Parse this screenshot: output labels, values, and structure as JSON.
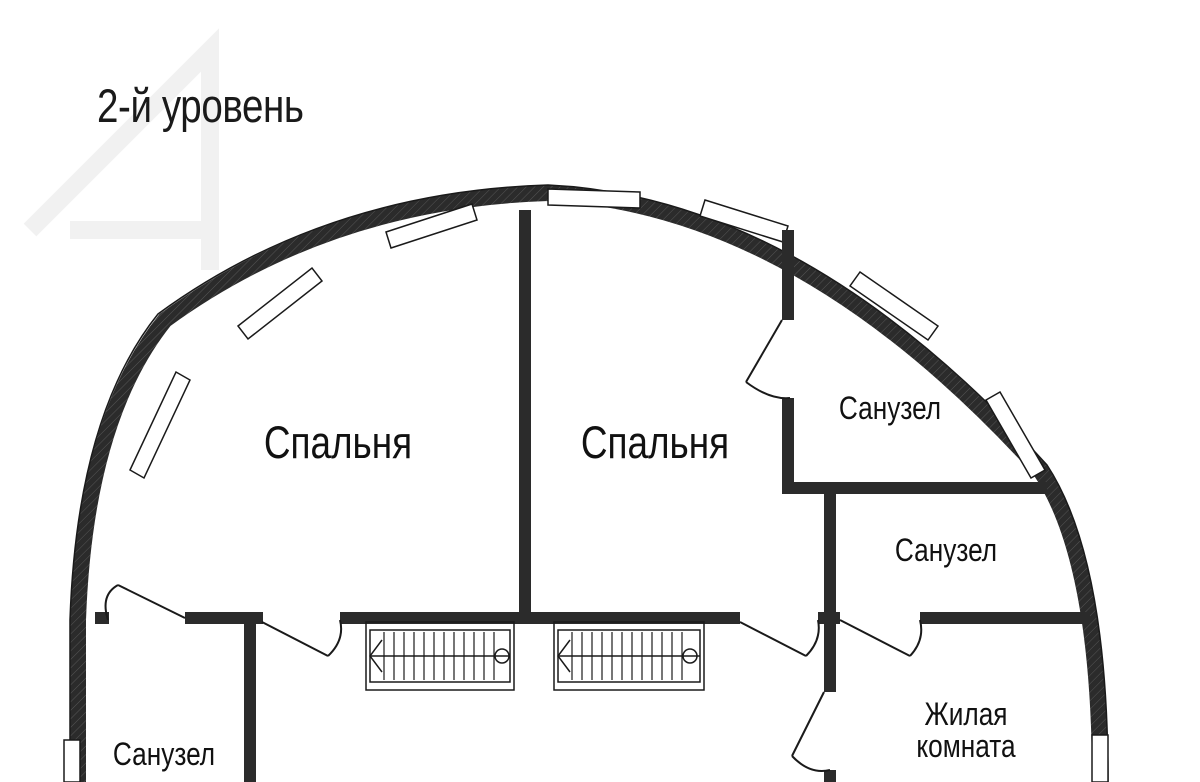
{
  "title": "2-й уровень",
  "rooms": {
    "bedroom_left": "Спальня",
    "bedroom_right": "Спальня",
    "bathroom_top_right": "Санузел",
    "bathroom_mid_right": "Санузел",
    "bathroom_left": "Санузел",
    "living_room": "Жилая\nкомната"
  },
  "colors": {
    "wall": "#2b2b2b",
    "window": "#ffffff",
    "line": "#1a1a1a",
    "background": "#ffffff"
  }
}
